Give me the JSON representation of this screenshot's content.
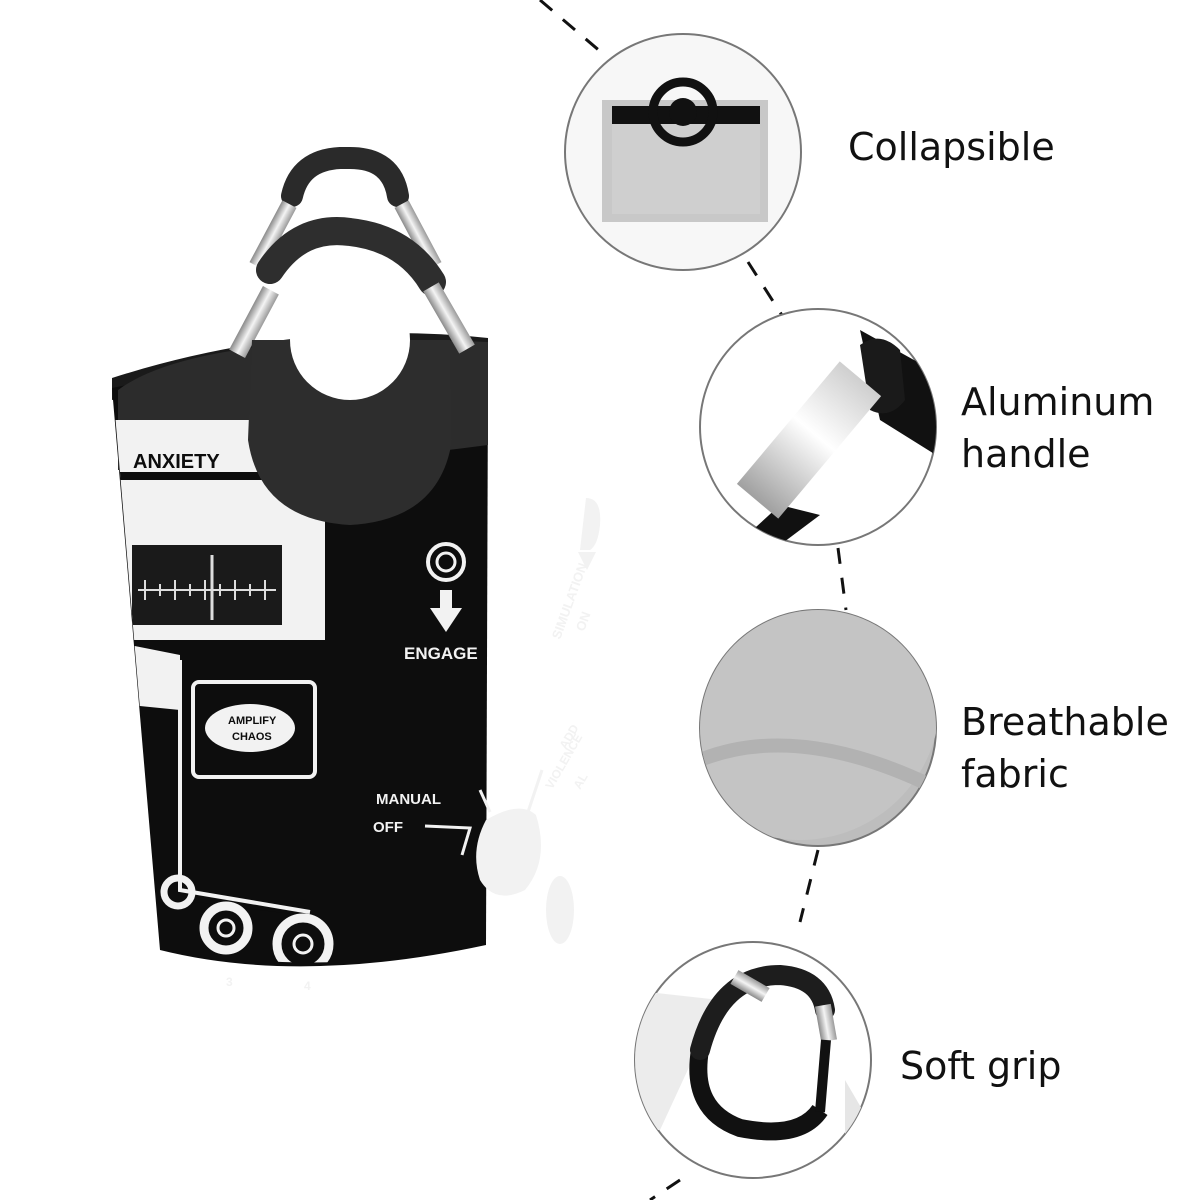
{
  "features": [
    {
      "label": "Collapsible",
      "icon": "collapsed-basket-icon"
    },
    {
      "label_lines": [
        "Aluminum",
        "handle"
      ],
      "icon": "aluminum-handle-icon"
    },
    {
      "label_lines": [
        "Breathable",
        "fabric"
      ],
      "icon": "fabric-swatch-icon"
    },
    {
      "label": "Soft grip",
      "icon": "soft-grip-icon"
    }
  ],
  "basket_print": {
    "anxiety": "ANXIETY",
    "engage": "ENGAGE",
    "simulation": "SIMULATION",
    "on": "ON",
    "amplify": "AMPLIFY",
    "chaos": "CHAOS",
    "manual": "MANUAL",
    "off": "OFF",
    "violence_a": "ADD",
    "violence_b": "VIOLENCE",
    "violence_c": "AL",
    "num_3": "3",
    "num_4": "4"
  },
  "colors": {
    "basket": "#0d0d0d",
    "interior": "#2c2c2c",
    "print": "#f2f2f2",
    "circle_border": "#777777"
  }
}
